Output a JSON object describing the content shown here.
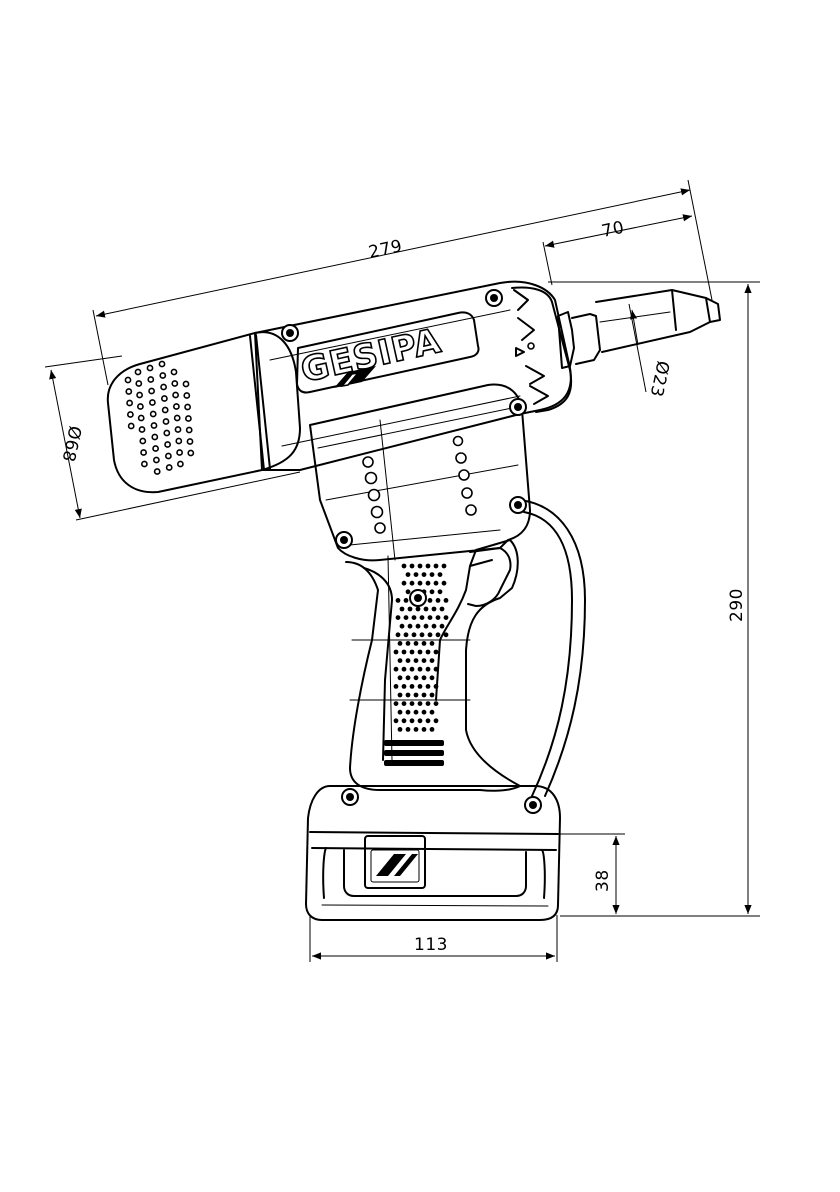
{
  "brand": {
    "logo_text": "GESIPA"
  },
  "dimensions": {
    "overall_length": "279",
    "nose_length": "70",
    "motor_diameter": "Ø68",
    "nose_diameter": "Ø23",
    "overall_height": "290",
    "battery_height": "38",
    "battery_width": "113"
  }
}
